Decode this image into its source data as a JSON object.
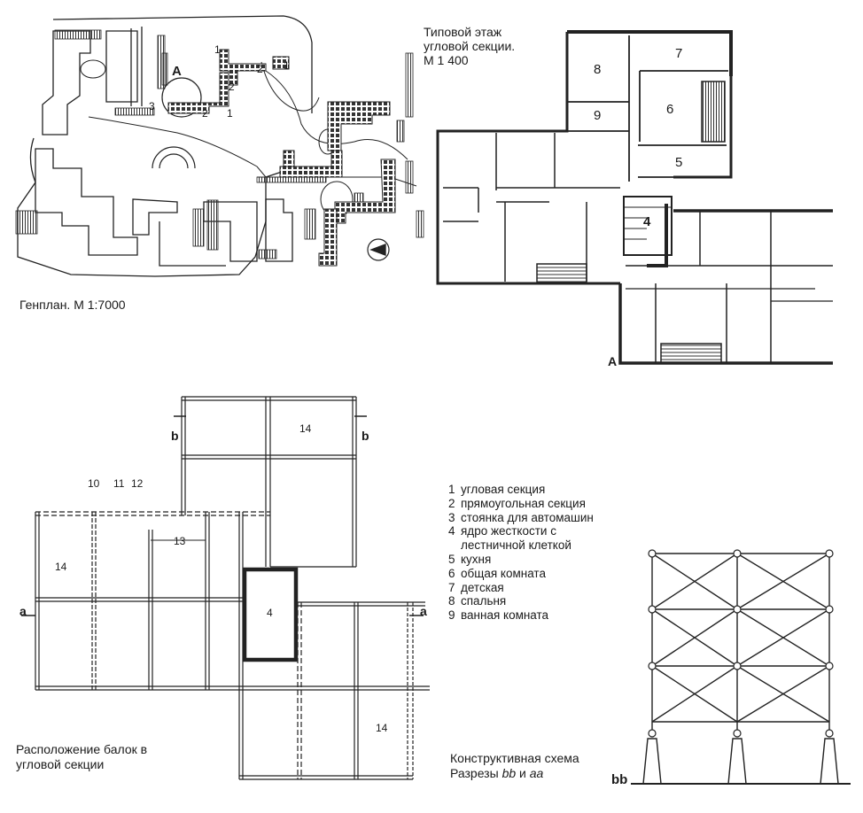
{
  "site_plan": {
    "caption": "Генплан. М 1:7000",
    "marker_a": "A",
    "labels": [
      "1",
      "2",
      "1",
      "2",
      "1",
      "2",
      "3"
    ]
  },
  "floor_plan": {
    "caption_lines": [
      "Типовой этаж",
      "угловой секции.",
      "М 1 400"
    ],
    "rooms": [
      "8",
      "7",
      "6",
      "9",
      "5",
      "4"
    ],
    "marker_a": "A"
  },
  "beam_plan": {
    "caption_lines": [
      "Расположение балок в",
      "угловой секции"
    ],
    "labels": [
      "10",
      "11",
      "12",
      "13",
      "14",
      "14",
      "14",
      "14",
      "4"
    ],
    "section_marks": [
      "b",
      "b",
      "a",
      "a"
    ]
  },
  "legend": {
    "items": [
      {
        "num": "1",
        "text": "угловая секция"
      },
      {
        "num": "2",
        "text": "прямоугольная секция"
      },
      {
        "num": "3",
        "text": "стоянка для автомашин"
      },
      {
        "num": "4",
        "text": "ядро жесткости с"
      },
      {
        "num": "",
        "text": "лестничной клеткой"
      },
      {
        "num": "5",
        "text": "кухня"
      },
      {
        "num": "6",
        "text": "общая комната"
      },
      {
        "num": "7",
        "text": "детская"
      },
      {
        "num": "8",
        "text": "спальня"
      },
      {
        "num": "9",
        "text": "ванная комната"
      }
    ]
  },
  "structure": {
    "caption_line1": "Конструктивная схема",
    "caption_prefix": "Разрезы",
    "caption_bb": "bb",
    "caption_and": "и",
    "caption_aa": "aa",
    "label": "bb"
  }
}
